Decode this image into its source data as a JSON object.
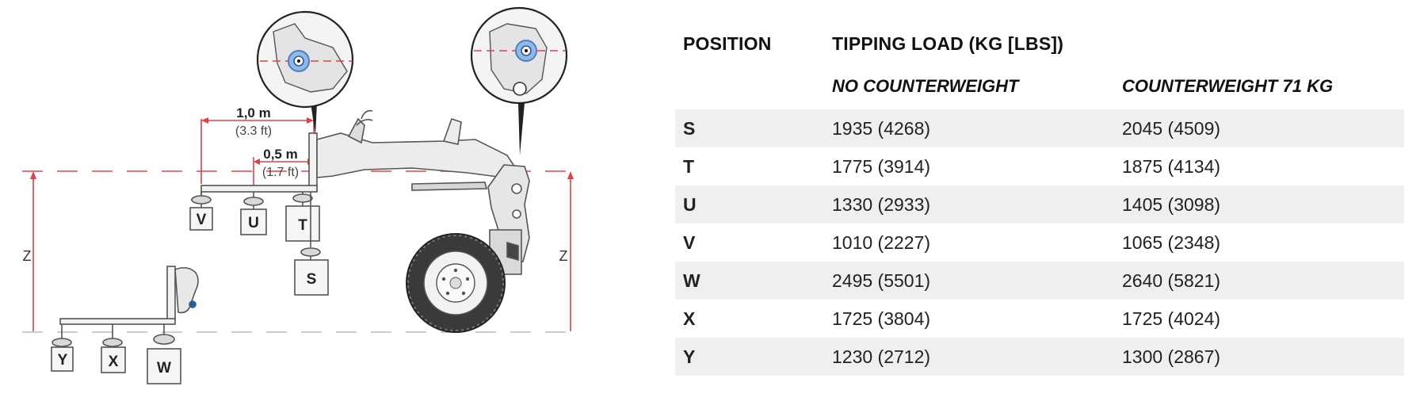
{
  "diagram": {
    "dim_1": {
      "value": "1,0 m",
      "imperial": "(3.3 ft)"
    },
    "dim_2": {
      "value": "0,5 m",
      "imperial": "(1.7 ft)"
    },
    "height_label": "Z",
    "load_labels": [
      "V",
      "U",
      "T",
      "S",
      "Y",
      "X",
      "W"
    ]
  },
  "table": {
    "headers": {
      "position": "POSITION",
      "tipping_load": "TIPPING LOAD (KG [LBS])",
      "no_counterweight": "NO COUNTERWEIGHT",
      "counterweight": "COUNTERWEIGHT 71 KG"
    },
    "rows": [
      {
        "position": "S",
        "no_counterweight": "1935 (4268)",
        "counterweight": "2045 (4509)"
      },
      {
        "position": "T",
        "no_counterweight": "1775 (3914)",
        "counterweight": "1875 (4134)"
      },
      {
        "position": "U",
        "no_counterweight": "1330 (2933)",
        "counterweight": "1405 (3098)"
      },
      {
        "position": "V",
        "no_counterweight": "1010 (2227)",
        "counterweight": "1065 (2348)"
      },
      {
        "position": "W",
        "no_counterweight": "2495 (5501)",
        "counterweight": "2640 (5821)"
      },
      {
        "position": "X",
        "no_counterweight": "1725 (3804)",
        "counterweight": "1725 (4024)"
      },
      {
        "position": "Y",
        "no_counterweight": "1230 (2712)",
        "counterweight": "1300 (2867)"
      }
    ]
  }
}
